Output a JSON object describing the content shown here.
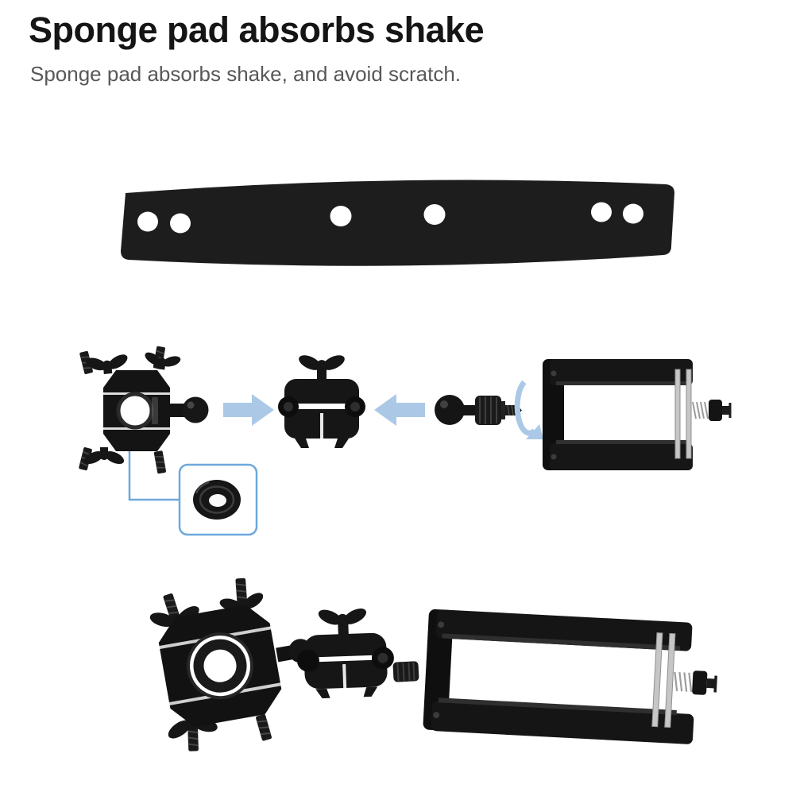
{
  "page": {
    "title": "Sponge pad absorbs shake",
    "subtitle": "Sponge pad absorbs shake, and avoid scratch."
  },
  "colors": {
    "background": "#ffffff",
    "title_text": "#151515",
    "subtitle_text": "#585858",
    "arrow_blue": "#abc9e7",
    "callout_blue": "#6fa8dc",
    "part_black": "#161616",
    "metal_silver": "#c6c6c6"
  },
  "diagram": {
    "parts": [
      {
        "name": "sponge-pad-strip"
      },
      {
        "name": "bike-clamp-part"
      },
      {
        "name": "arrow-right-icon"
      },
      {
        "name": "ball-clamp-part"
      },
      {
        "name": "arrow-left-icon"
      },
      {
        "name": "ball-screw-adapter"
      },
      {
        "name": "rotate-arrow-icon"
      },
      {
        "name": "phone-holder-part"
      },
      {
        "name": "sponge-ring-callout"
      },
      {
        "name": "assembled-mount"
      }
    ]
  }
}
